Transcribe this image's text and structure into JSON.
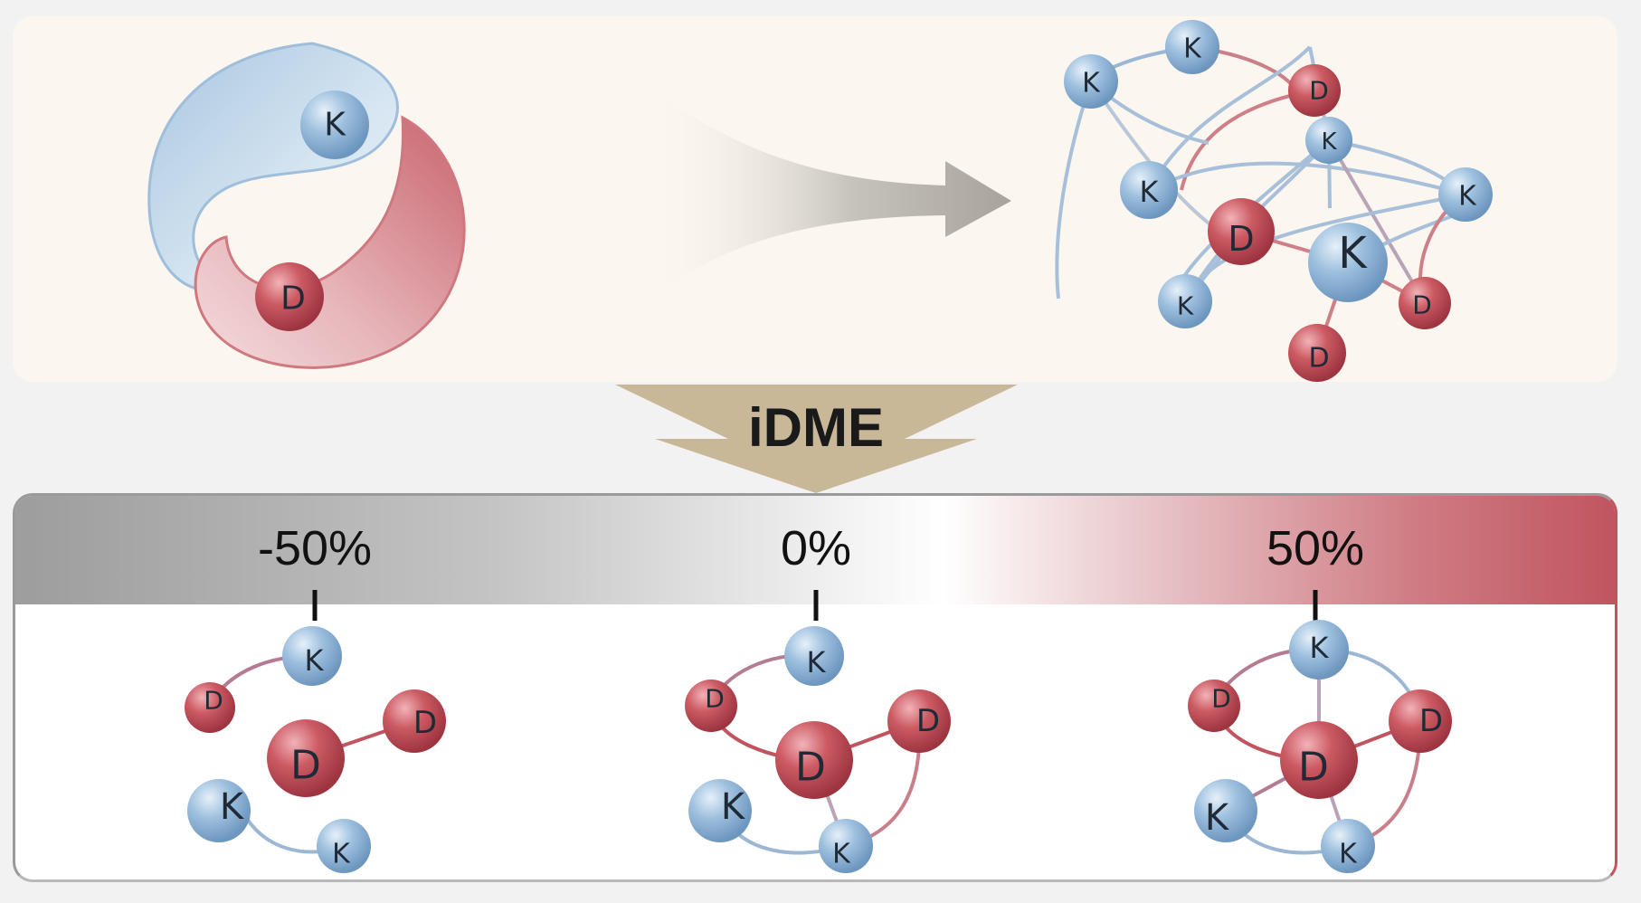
{
  "process_label": "iDME",
  "scale_labels": [
    "-50%",
    "0%",
    "50%"
  ],
  "node_labels": {
    "k": "K",
    "d": "D"
  },
  "colors": {
    "k_node": "#8fb4d6",
    "d_node": "#c04c55",
    "k_fluid": "#b9d2e6",
    "d_fluid": "#e0a3a8",
    "arrow": "#b0aca6",
    "funnel": "#c8b898",
    "panel_top": "#fbf6ef",
    "bar_gray": "#9d9d9d",
    "bar_red": "#c0555f"
  }
}
